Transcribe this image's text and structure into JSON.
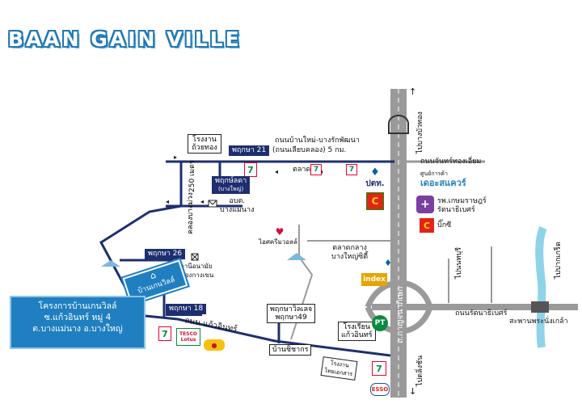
{
  "title": "BAAN GAIN VILLE",
  "colors": {
    "road_blue": "#1d2f6f",
    "highway_gray": "#9a9a9a",
    "callout_blue": "#1f7fc1",
    "river": "#8fd3e8"
  },
  "roads": {
    "top_road_line1": "ถนนบ้านใหม่-บางรักพัฒนา",
    "top_road_line2": "(ถนนเลียบคลอง) 5 กม.",
    "chanthong": "ถนนจันทร์ทองเอี่ยม",
    "kaew_in": "ถนน แก้วอินทร์",
    "rattanathibet": "ถนนรัตนาธิเบศร์",
    "phra_nang_klao_bridge": "สะพานพระนั่งเกล้า",
    "kanchanapisek": "ถนนกาญจนาภิเษก",
    "to_pak_kret": "ไปปากเกร็ด",
    "klong_bang_muang": "คลองบางม่วง",
    "to_bang_bua_thong": "ไปบางบัวทอง",
    "to_nonthaburi": "ไปนนทบุรี",
    "to_bang_khun_thin": "ไปตลิ่งชัน",
    "highway_label": "ถ.กาญจนาภิเษก",
    "distance_250": "250 เมตร"
  },
  "labels": {
    "factory_twai_thong": "โรงงาน ถ้วยทอง",
    "pruksa21": "พฤกษา 21",
    "pruksa_ladda_line1": "พฤกษ์ลดา",
    "pruksa_ladda_line2": "(บางใหญ่)",
    "obt_line1": "อบต.",
    "obt_line2": "บางแม่นาง",
    "talad": "ตลาด",
    "shopping_center_line1": "ศูนย์การค้า",
    "shopping_center_line2": "เดอะสแควร์",
    "hospital_line1": "รพ.เกษมราษฎร์",
    "hospital_line2": "รัตนาธิเบศร์",
    "big_c": "บิ๊กซี",
    "ice_cream": "ไอศครีมวอลล์",
    "market_line1": "ตลาดกลาง",
    "market_line2": "บางใหญ่ซิตี้",
    "pruksa26": "พฤกษา 26",
    "health_station_line1": "สถานีอนามัย",
    "health_station_line2": "หนองกางเขน",
    "project_marker": "บ้านเกนวิลล์",
    "pruksa18": "พฤกษา 18",
    "pruksa_villa_line1": "พฤกษาวิลเลจ",
    "pruksa_villa_line2": "พฤกษา49",
    "school_line1": "โรงเรียน",
    "school_line2": "แก้วอินทร์",
    "factory_nanthawan_line1": "โรงงาน",
    "factory_nanthawan_line2": "ไทยเอกสาร",
    "baan_chichakorn": "บ้านชิชากร",
    "ptt": "ปตท.",
    "index": "index",
    "esso": "ESSO",
    "tesco": "TESCO Lotus",
    "seven": "7"
  },
  "callout": {
    "line1": "โครงการบ้านเกนวิลล์",
    "line2": "ซ.แก้วอินทร์ หมู่ 4",
    "line3": "ต.บางแม่นาง อ.บางใหญ่"
  }
}
